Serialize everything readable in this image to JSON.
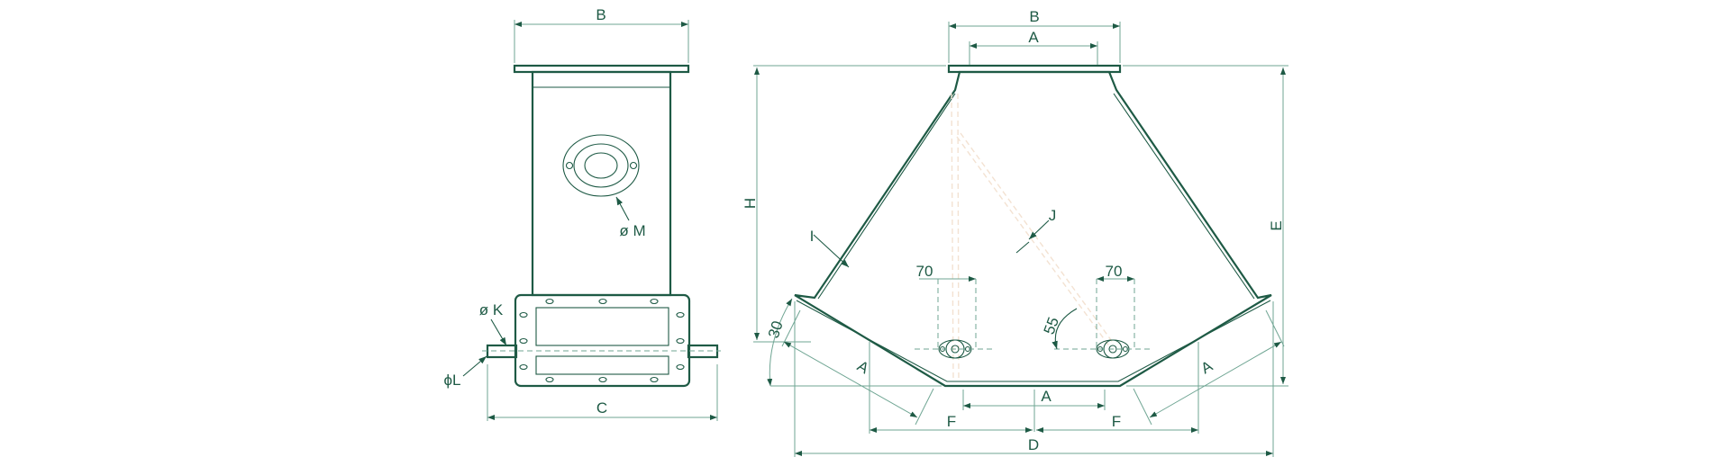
{
  "title": "Two-way diverter valve dimension drawing",
  "colors": {
    "outline": "#1e5a45",
    "dimension": "#6fa593",
    "body_light": "#fcdcc0",
    "body_dark": "#cc9e70"
  },
  "side_view": {
    "labels": {
      "width_top": "B",
      "width_overall": "C",
      "port_diameter": "ø M",
      "shaft_diameter": "ø K",
      "shaft_key": "ϕL"
    }
  },
  "front_view": {
    "labels": {
      "top_flange_width": "B",
      "top_inner_width": "A",
      "height_h": "H",
      "height_e": "E",
      "wall_thickness": "I",
      "flap_thickness": "J",
      "left_spacing": "70",
      "right_spacing": "70",
      "flap_angle": "55",
      "outlet_angle": "30",
      "outlet_left": "A",
      "outlet_right": "A",
      "bottom_width": "A",
      "offset_left": "F",
      "offset_right": "F",
      "overall_width": "D"
    }
  }
}
